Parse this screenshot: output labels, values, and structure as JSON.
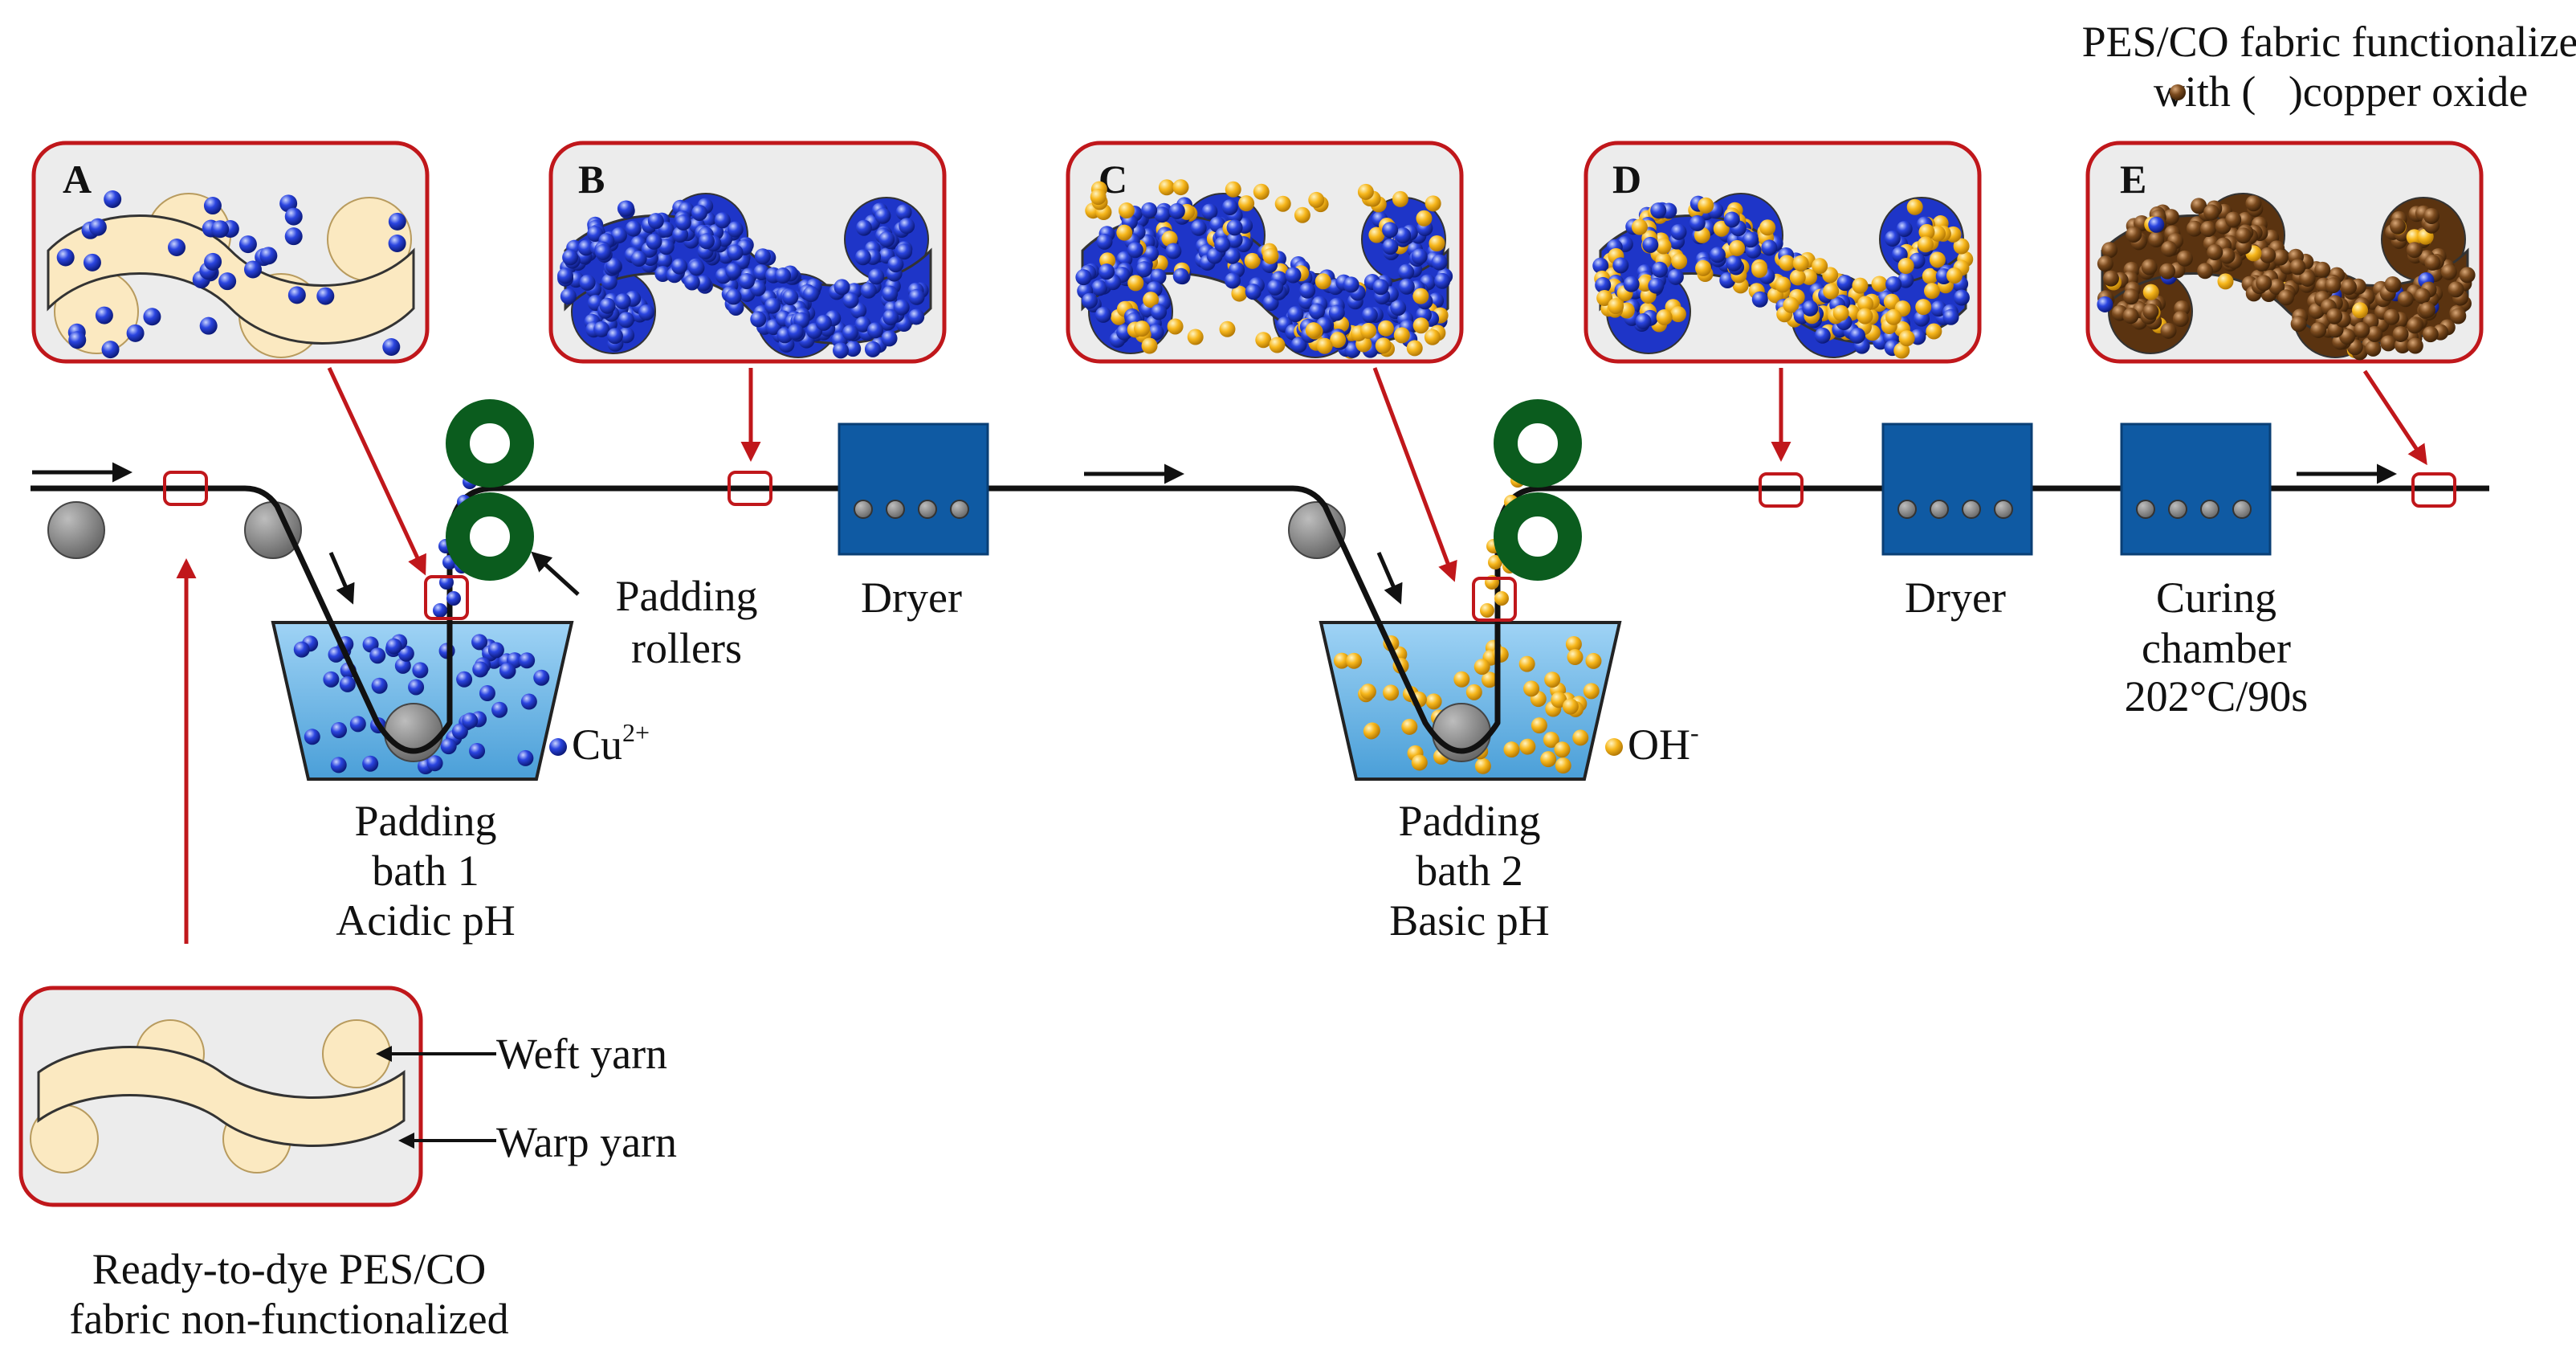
{
  "title": {
    "line1": "PES/CO fabric functionalized",
    "line2_pre": "with (",
    "line2_post": ")copper oxide"
  },
  "panels": [
    {
      "letter": "A"
    },
    {
      "letter": "B"
    },
    {
      "letter": "C"
    },
    {
      "letter": "D"
    },
    {
      "letter": "E"
    }
  ],
  "labels": {
    "padding_rollers_1": "Padding",
    "padding_rollers_2": "rollers",
    "dryer_1": "Dryer",
    "dryer_2": "Dryer",
    "curing_1": "Curing",
    "curing_2": "chamber",
    "curing_3": "202°C/90s",
    "bath1_1": "Padding",
    "bath1_2": "bath 1",
    "bath1_3": "Acidic pH",
    "bath2_1": "Padding",
    "bath2_2": "bath 2",
    "bath2_3": "Basic pH",
    "cu_ion": "Cu",
    "cu_charge": "2+",
    "oh_ion": "OH",
    "oh_charge": "-",
    "weft": "Weft yarn",
    "warp": "Warp yarn",
    "fabric_1": "Ready-to-dye PES/CO",
    "fabric_2": "fabric non-functionalized"
  },
  "colors": {
    "panel_border": "#c0171b",
    "panel_fill": "#ececec",
    "arrow_red": "#c0171b",
    "roller_green": "#0b5c1e",
    "dryer_blue": "#0f5aa3",
    "bath_blue": "#6fb7e6",
    "cu_blue": "#1e35c8",
    "oh_yellow": "#f5b41a",
    "cuo_brown": "#7a4a1e",
    "yarn_fill": "#fbe9c1",
    "guide_gray": "#7a7a7a"
  }
}
